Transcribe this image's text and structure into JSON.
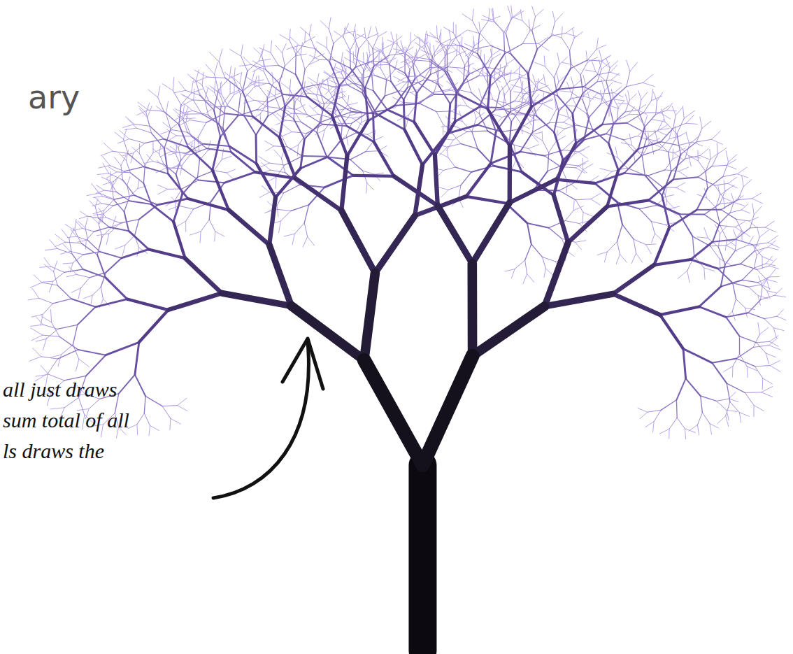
{
  "diagram": {
    "title": "ary",
    "labels": [
      "all just draws",
      "sum total of all",
      "ls draws the"
    ]
  }
}
